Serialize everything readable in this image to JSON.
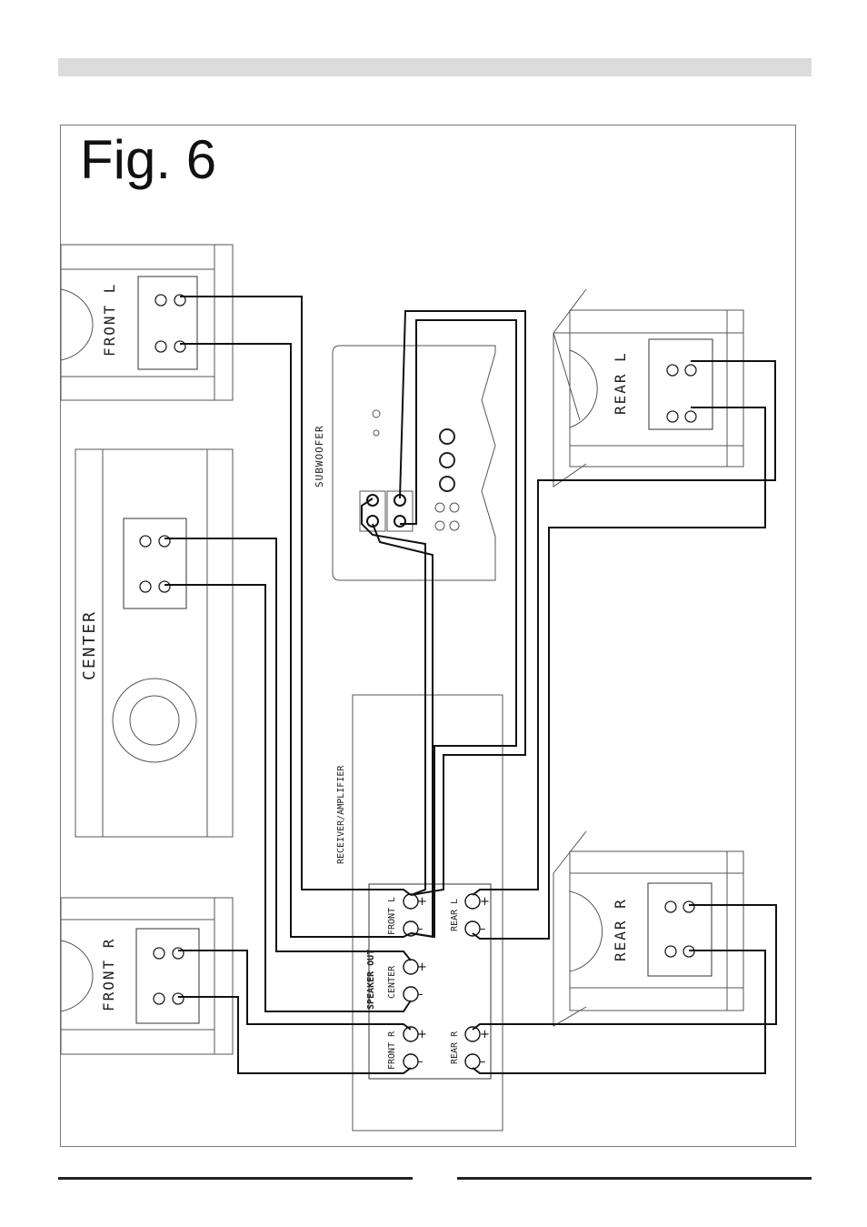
{
  "figure": {
    "title": "Fig. 6"
  },
  "speakers": {
    "front_l": "FRONT L",
    "center": "CENTER",
    "front_r": "FRONT R",
    "rear_l": "REAR L",
    "rear_r": "REAR R",
    "subwoofer": "SUBWOOFER"
  },
  "receiver": {
    "title": "RECEIVER/AMPLIFIER",
    "speaker_out": "SPEAKER OUT",
    "front_l": "FRONT L",
    "center": "CENTER",
    "front_r": "FRONT R",
    "rear_l": "REAR L",
    "rear_r": "REAR R",
    "plus": "+",
    "minus": "–"
  },
  "colors": {
    "line": "#111111",
    "outline": "#555555",
    "bar": "#dcdcdc"
  }
}
